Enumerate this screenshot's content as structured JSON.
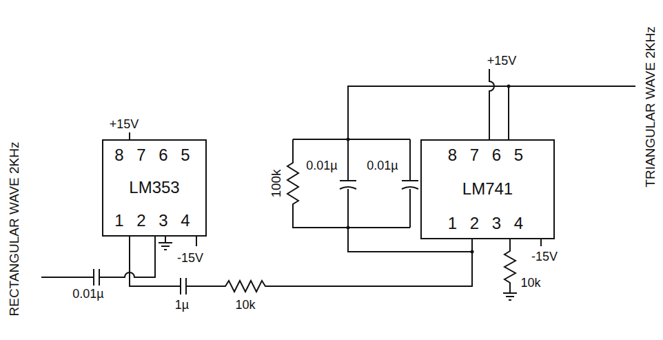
{
  "diagram": {
    "nodes": [
      {
        "text": [
          "8 7 6 5",
          "LM353",
          "1 2 3 4"
        ]
      },
      {
        "text": [
          "8 7 6 5",
          "LM741",
          "1 2 3 4"
        ]
      }
    ],
    "edges": [
      {
        "from": 0,
        "to": 1,
        "arrow": "none"
      }
    ],
    "labels": [
      "+15V",
      "+15V",
      "100k",
      "0.01µ",
      "0.01µ",
      "-15V",
      "-15V",
      "0.01µ",
      "1µ",
      "10k",
      "10k",
      "RECTANGULAR WAVE 2KHz",
      "TRIANGULAR WAVE 2KHz"
    ]
  }
}
